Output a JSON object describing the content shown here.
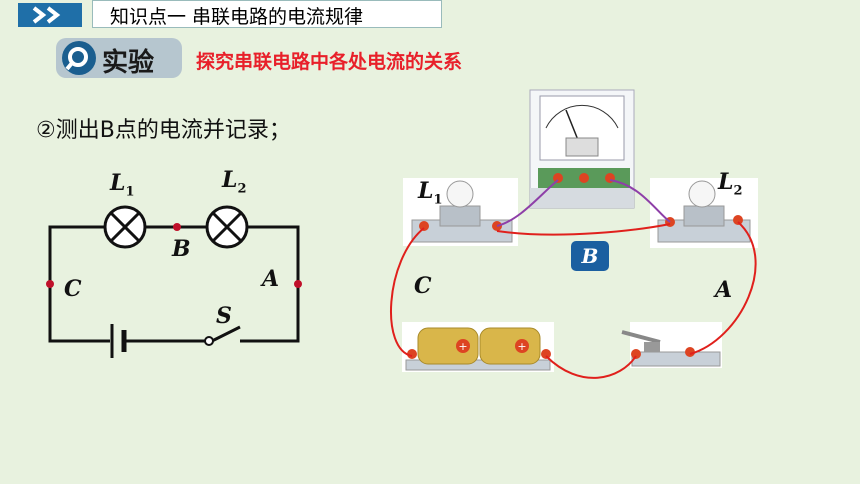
{
  "header": {
    "title": "知识点一  串联电路的电流规律"
  },
  "experiment": {
    "badge": "实验",
    "subtitle": "探究串联电路中各处电流的关系"
  },
  "instruction": "②测出B点的电流并记录；",
  "circuit_diagram": {
    "L1": "L",
    "L1_sub": "1",
    "L2": "L",
    "L2_sub": "2",
    "B": "B",
    "C": "C",
    "A": "A",
    "S": "S"
  },
  "apparatus": {
    "L1": "L",
    "L1_sub": "1",
    "L2": "L",
    "L2_sub": "2",
    "B": "B",
    "C": "C",
    "A": "A"
  },
  "colors": {
    "accent_blue": "#1f6fa8",
    "subtitle_red": "#e8202a",
    "wire_red": "#e0201c",
    "wire_purple": "#8e3fa8"
  }
}
